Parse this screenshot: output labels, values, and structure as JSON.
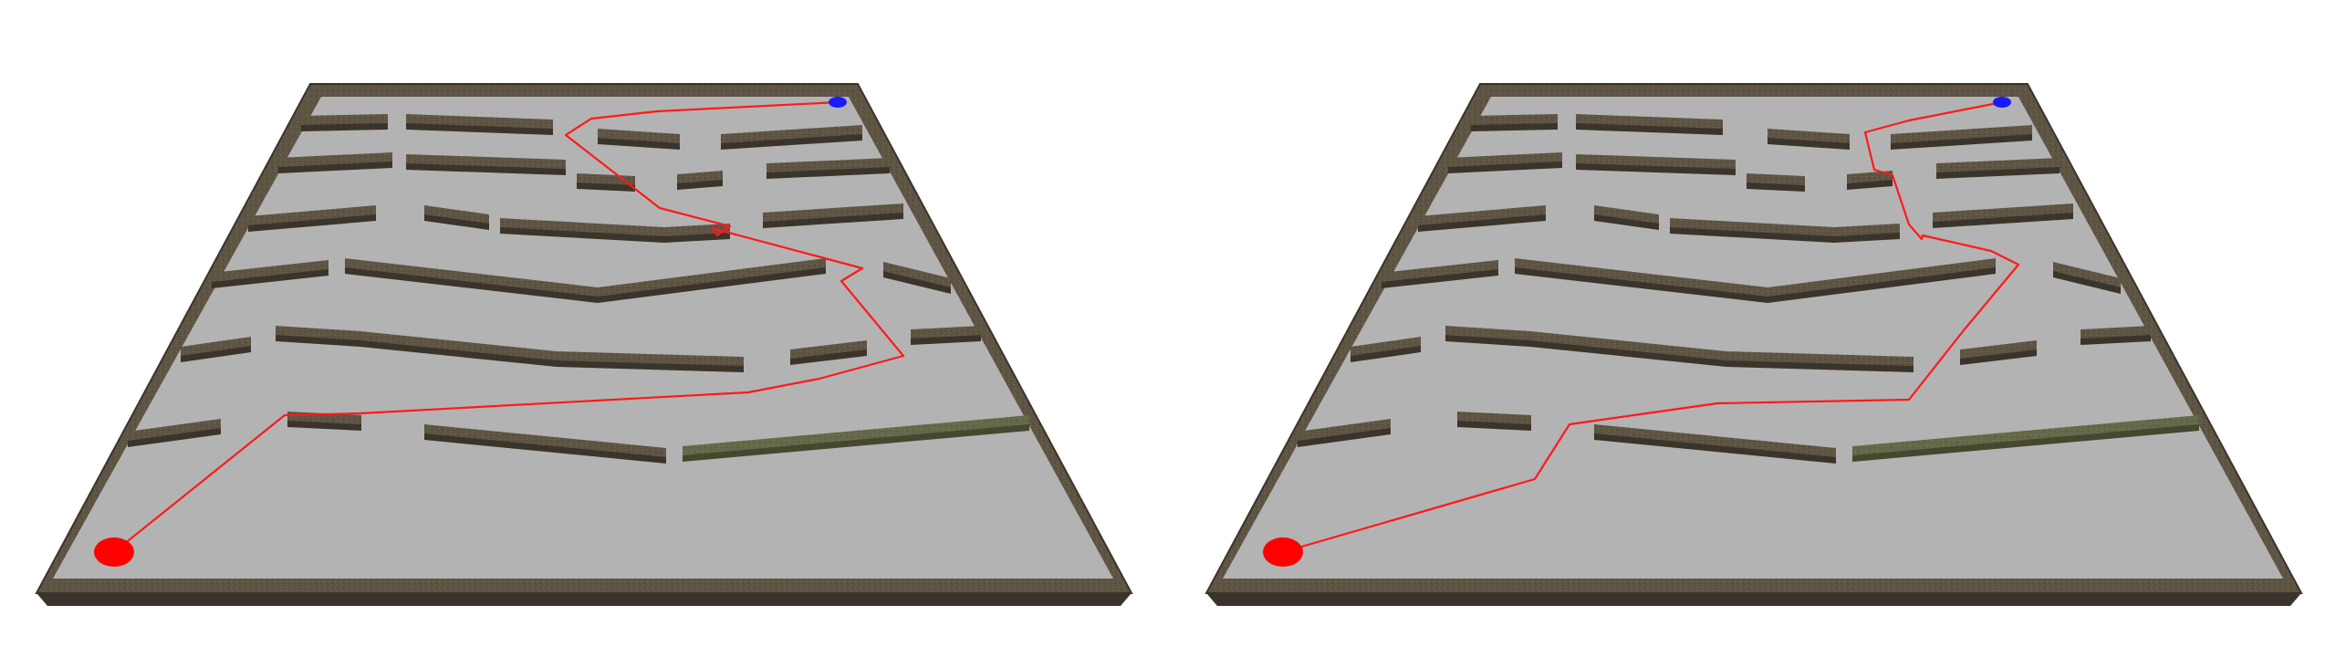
{
  "scenes": [
    {
      "id": "maze-left",
      "path": [
        [
          0,
          0
        ],
        [
          0,
          0
        ]
      ]
    },
    {
      "id": "maze-right",
      "path": [
        [
          0,
          0
        ],
        [
          0,
          0
        ]
      ]
    }
  ],
  "colors": {
    "background": "#ffffff",
    "floor": "#b3b3b3",
    "wall_top": "#6a5f4c",
    "wall_side": "#3b342a",
    "wall_green_top": "#6b6d4a",
    "path": "#ff1a1a",
    "start_marker": "#ff0000",
    "goal_marker": "#1a1aff"
  },
  "legend": {
    "start": "start-marker",
    "goal": "goal-marker"
  }
}
